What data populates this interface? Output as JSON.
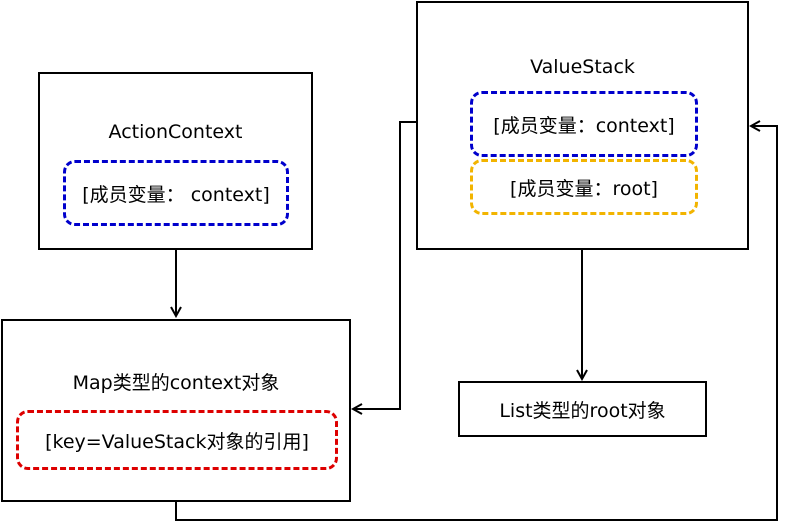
{
  "boxes": {
    "action_context": {
      "title": "ActionContext",
      "field": "[成员变量：  context]"
    },
    "value_stack": {
      "title": "ValueStack",
      "field_context": "[成员变量：context]",
      "field_root": "[成员变量：root]"
    },
    "map_context": {
      "title": "Map类型的context对象",
      "field": "[key=ValueStack对象的引用]"
    },
    "list_root": {
      "title": "List类型的root对象"
    }
  },
  "colors": {
    "border": "#000000",
    "blue_dashed": "#0000cc",
    "yellow_dashed": "#f2b400",
    "red_dashed": "#dd0000"
  }
}
